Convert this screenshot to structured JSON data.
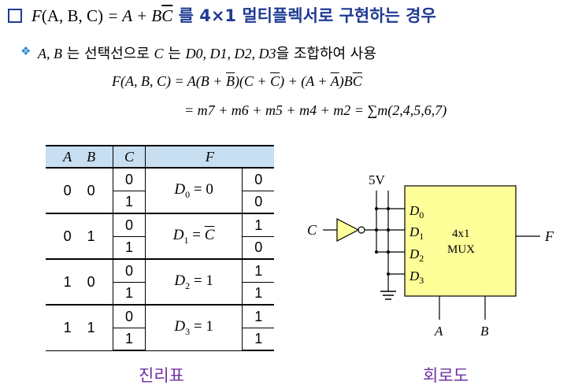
{
  "title": {
    "equation": {
      "f": "F",
      "args": "(A, B, C)",
      "eq": " = A + B",
      "bar": "C"
    },
    "korean": " 를 4×1 멀티플렉서로 구현하는 경우"
  },
  "subtitle": {
    "bullet": "❖",
    "vars": "A, B",
    "t1": " 는 선택선으로 ",
    "c": "C",
    "t2": " 는 ",
    "d": "D0, D1, D2, D3",
    "t3": "을 조합하여 사용"
  },
  "equations": {
    "line1": {
      "lhs": "F(A, B, C) = A(B + ",
      "b_bar": "B",
      "mid": ")(C + ",
      "c_bar": "C",
      "mid2": ") + (A + ",
      "a_bar": "A",
      "end": ")B",
      "end_bar": "C"
    },
    "line2": "= m7 + m6 + m5 + m4 + m2 = ∑m(2,4,5,6,7)"
  },
  "table": {
    "headers": {
      "a": "A",
      "b": "B",
      "c": "C",
      "f": "F"
    },
    "rows": [
      {
        "a": "0",
        "b": "0",
        "c": [
          "0",
          "1"
        ],
        "fx_var": "D",
        "fx_sub": "0",
        "fx_rest": " = 0",
        "f": [
          "0",
          "0"
        ]
      },
      {
        "a": "0",
        "b": "1",
        "c": [
          "0",
          "1"
        ],
        "fx_var": "D",
        "fx_sub": "1",
        "fx_rest": " = ",
        "fx_bar": "C",
        "f": [
          "1",
          "0"
        ]
      },
      {
        "a": "1",
        "b": "0",
        "c": [
          "0",
          "1"
        ],
        "fx_var": "D",
        "fx_sub": "2",
        "fx_rest": " = 1",
        "f": [
          "1",
          "1"
        ]
      },
      {
        "a": "1",
        "b": "1",
        "c": [
          "0",
          "1"
        ],
        "fx_var": "D",
        "fx_sub": "3",
        "fx_rest": " = 1",
        "f": [
          "1",
          "1"
        ]
      }
    ]
  },
  "circuit": {
    "supply": "5V",
    "input": "C",
    "output": "F",
    "mux_label_1": "4x1",
    "mux_label_2": "MUX",
    "inputs": [
      "D0",
      "D1",
      "D2",
      "D3"
    ],
    "selects": [
      "A",
      "B"
    ],
    "mux_fill": "#ffff99"
  },
  "captions": {
    "left": "진리표",
    "right": "회로도"
  },
  "colors": {
    "title": "#1f3a93",
    "caption": "#7030a0",
    "table_header": "#c8dff2",
    "bullet": "#2a8ad0"
  }
}
